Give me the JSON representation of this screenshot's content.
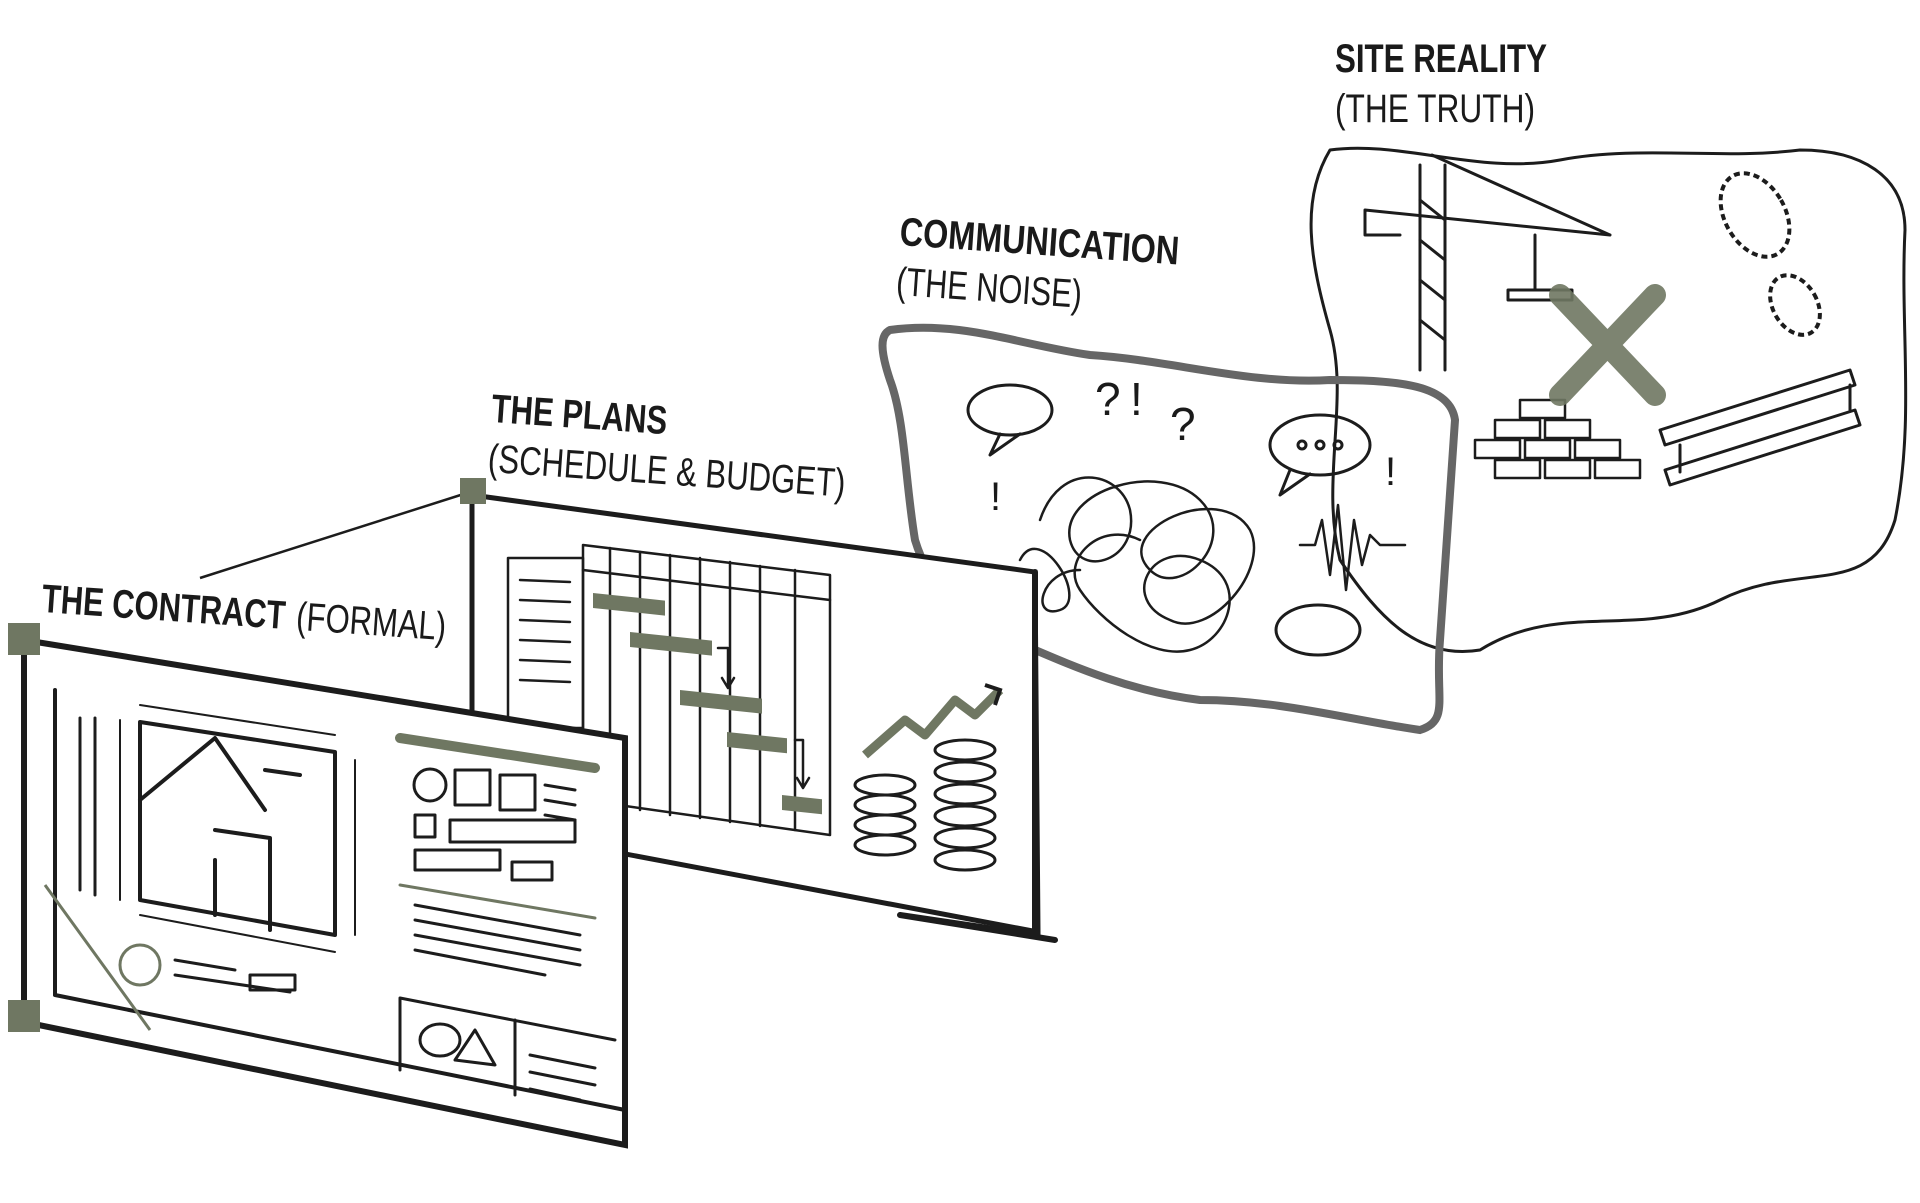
{
  "colors": {
    "ink": "#1c1c1c",
    "accent": "#6f7762",
    "background": "#ffffff"
  },
  "layers": [
    {
      "id": "contract",
      "title": "THE CONTRACT",
      "subtitle": "(FORMAL)"
    },
    {
      "id": "plans",
      "title": "THE PLANS",
      "subtitle": "(SCHEDULE & BUDGET)"
    },
    {
      "id": "communication",
      "title": "COMMUNICATION",
      "subtitle": "(THE NOISE)"
    },
    {
      "id": "site",
      "title": "SITE REALITY",
      "subtitle": "(THE TRUTH)"
    }
  ],
  "noise_symbols": [
    "?",
    "!",
    "?",
    "!",
    "!"
  ]
}
